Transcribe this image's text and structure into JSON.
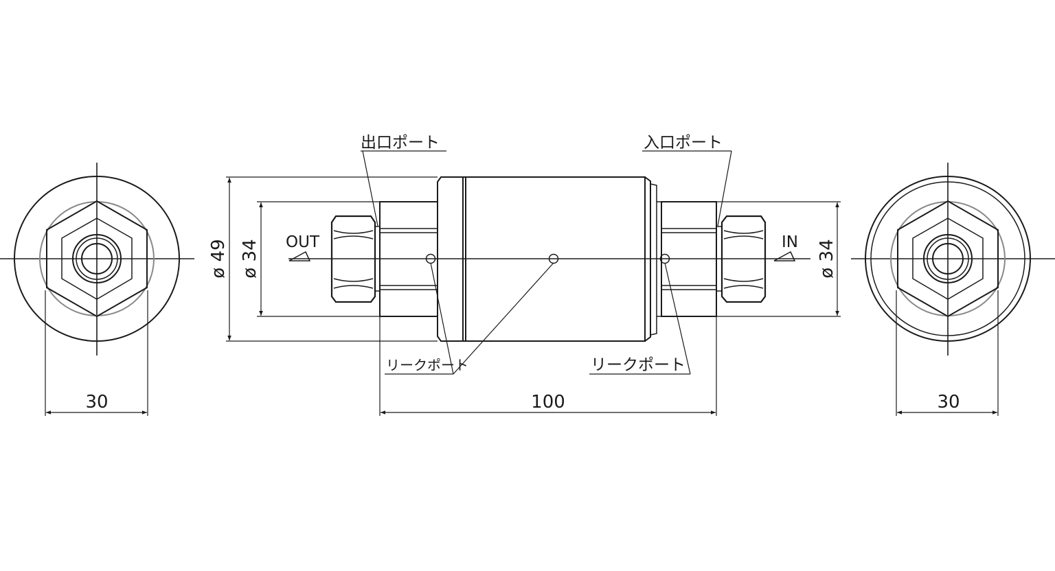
{
  "labels": {
    "outlet_port": "出口ポート",
    "inlet_port": "入口ポート",
    "leak_port_left": "リークポート",
    "leak_port_right": "リークポート",
    "out": "OUT",
    "in": "IN"
  },
  "dimensions": {
    "left_hex_width": "30",
    "right_hex_width": "30",
    "overall_length": "100",
    "body_diameter": "ø 49",
    "left_fitting_diameter": "ø 34",
    "right_fitting_diameter": "ø 34"
  },
  "colors": {
    "line": "#1a1a1a",
    "hidden_circle": "#888888",
    "background": "#ffffff"
  }
}
